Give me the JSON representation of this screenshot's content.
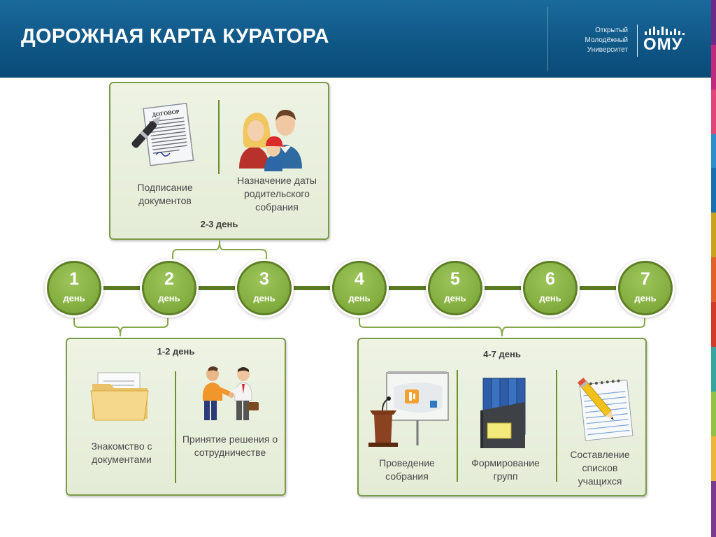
{
  "header": {
    "title": "ДОРОЖНАЯ КАРТА КУРАТОРА",
    "logo": {
      "line1": "Открытый",
      "line2": "Молодёжный",
      "line3": "Университет",
      "word": "ОМУ"
    }
  },
  "timeline": {
    "day_word": "день",
    "days": [
      "1",
      "2",
      "3",
      "4",
      "5",
      "6",
      "7"
    ]
  },
  "groups": {
    "top": {
      "title": "2-3 день",
      "items": [
        {
          "label": "Подписание документов",
          "icon": "contract-icon",
          "icon_text": "ДОГОВОР"
        },
        {
          "label": "Назначение даты родительского собрания",
          "icon": "family-icon"
        }
      ]
    },
    "bottom_left": {
      "title": "1-2 день",
      "items": [
        {
          "label": "Знакомство с документами",
          "icon": "folder-icon"
        },
        {
          "label": "Принятие решения о сотрудничестве",
          "icon": "handshake-icon"
        }
      ]
    },
    "bottom_right": {
      "title": "4-7 день",
      "items": [
        {
          "label": "Проведение собрания",
          "icon": "presentation-icon"
        },
        {
          "label": "Формирование групп",
          "icon": "binders-icon"
        },
        {
          "label": "Составление списков учащихся",
          "icon": "notepad-pencil-icon"
        }
      ]
    }
  },
  "colors": {
    "header": "#0f5786",
    "green_dark": "#5a7a24",
    "green_circle": "#86b042",
    "box_bg": "#e8efdc",
    "box_border": "#7b9b48",
    "stripes": [
      "#6a2a86",
      "#c02a7c",
      "#e2457a",
      "#2e8ec9",
      "#1b6fb0",
      "#c9a21e",
      "#e0622a",
      "#d23a2a",
      "#38a6a0",
      "#93c247",
      "#f0b43a",
      "#7a3a92"
    ]
  }
}
